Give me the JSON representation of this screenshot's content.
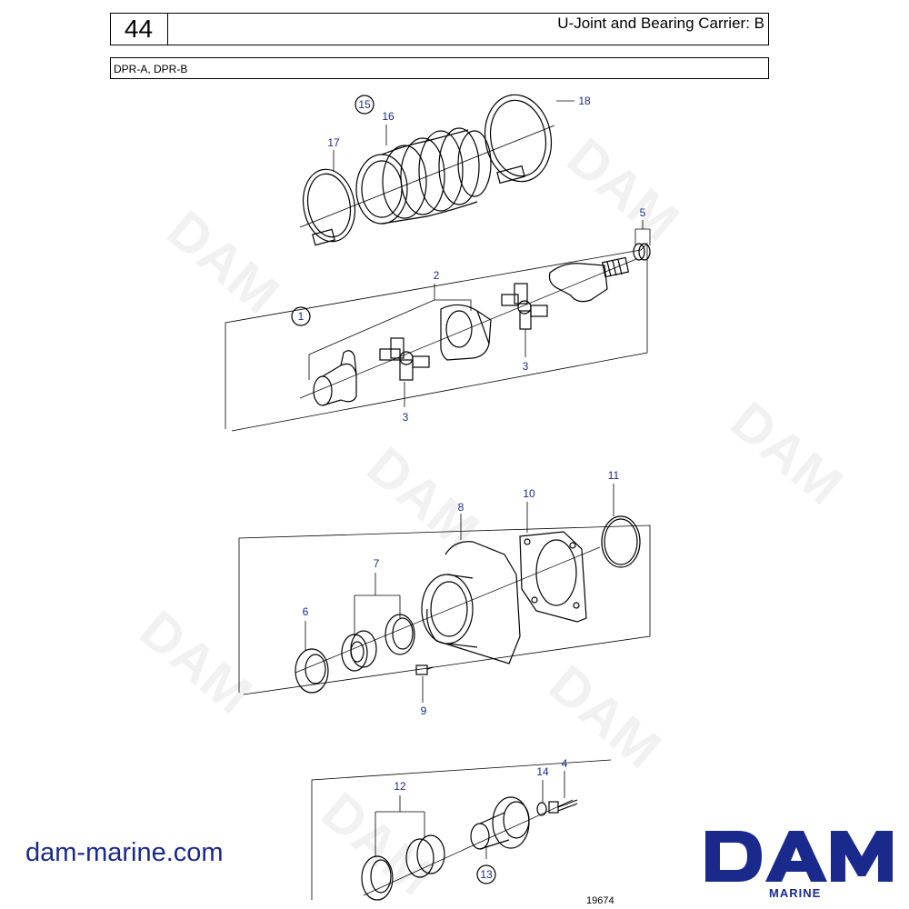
{
  "header": {
    "number": "44",
    "title": "U-Joint and Bearing Carrier: B"
  },
  "subheader": {
    "models": "DPR-A, DPR-B"
  },
  "callouts": [
    {
      "id": "c15",
      "label": "15",
      "circled": true
    },
    {
      "id": "c16",
      "label": "16",
      "circled": false
    },
    {
      "id": "c18",
      "label": "18",
      "circled": false
    },
    {
      "id": "c17",
      "label": "17",
      "circled": false
    },
    {
      "id": "c5",
      "label": "5",
      "circled": false
    },
    {
      "id": "c2",
      "label": "2",
      "circled": false
    },
    {
      "id": "c1",
      "label": "1",
      "circled": true
    },
    {
      "id": "c3a",
      "label": "3",
      "circled": false
    },
    {
      "id": "c3b",
      "label": "3",
      "circled": false
    },
    {
      "id": "c11",
      "label": "11",
      "circled": false
    },
    {
      "id": "c10",
      "label": "10",
      "circled": false
    },
    {
      "id": "c8",
      "label": "8",
      "circled": false
    },
    {
      "id": "c7",
      "label": "7",
      "circled": false
    },
    {
      "id": "c6",
      "label": "6",
      "circled": false
    },
    {
      "id": "c9",
      "label": "9",
      "circled": false
    },
    {
      "id": "c14",
      "label": "14",
      "circled": false
    },
    {
      "id": "c4",
      "label": "4",
      "circled": false
    },
    {
      "id": "c12",
      "label": "12",
      "circled": false
    },
    {
      "id": "c13",
      "label": "13",
      "circled": true
    }
  ],
  "footer": {
    "website": "dam-marine.com",
    "drawing_number": "19674"
  },
  "logo": {
    "text": "DAM",
    "subtitle": "MARINE",
    "color": "#1a2a8c"
  },
  "watermark": {
    "text": "DAM"
  }
}
